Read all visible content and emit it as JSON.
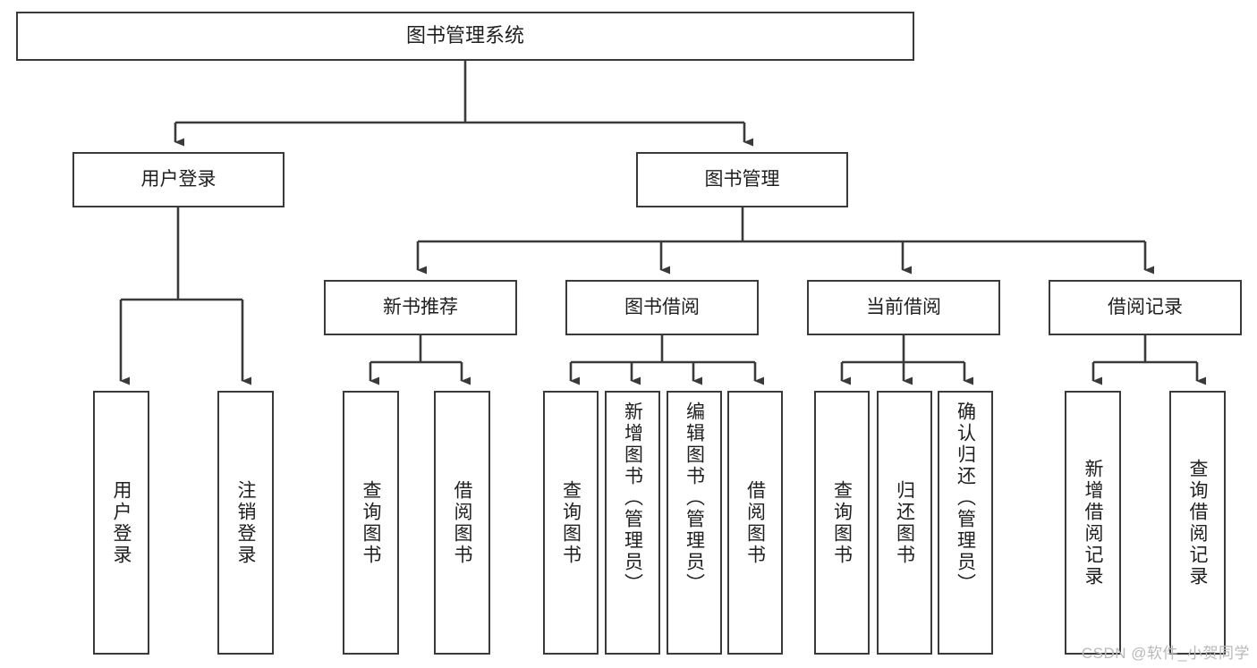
{
  "diagram": {
    "title": "图书管理系统",
    "type": "tree-hierarchy",
    "root": {
      "label": "图书管理系统"
    },
    "level2": [
      {
        "label": "用户登录"
      },
      {
        "label": "图书管理"
      }
    ],
    "level3": [
      {
        "label": "新书推荐"
      },
      {
        "label": "图书借阅"
      },
      {
        "label": "当前借阅"
      },
      {
        "label": "借阅记录"
      }
    ],
    "leaves": {
      "user_login": [
        {
          "label": "用户登录"
        },
        {
          "label": "注销登录"
        }
      ],
      "new_book_recommend": [
        {
          "label": "查询图书"
        },
        {
          "label": "借阅图书"
        }
      ],
      "book_borrow": [
        {
          "label": "查询图书"
        },
        {
          "label": "新增图书（管理员）"
        },
        {
          "label": "编辑图书（管理员）"
        },
        {
          "label": "借阅图书"
        }
      ],
      "current_borrow": [
        {
          "label": "查询图书"
        },
        {
          "label": "归还图书"
        },
        {
          "label": "确认归还（管理员）"
        }
      ],
      "borrow_record": [
        {
          "label": "新增借阅记录"
        },
        {
          "label": "查询借阅记录"
        }
      ]
    }
  },
  "watermark": {
    "text": "CSDN @软件_小贺同学"
  },
  "colors": {
    "box_border": "#3a3a3a",
    "text": "#1f1f1f",
    "background": "#ffffff",
    "connector": "#3a3a3a",
    "watermark": "#b9b9b9"
  }
}
